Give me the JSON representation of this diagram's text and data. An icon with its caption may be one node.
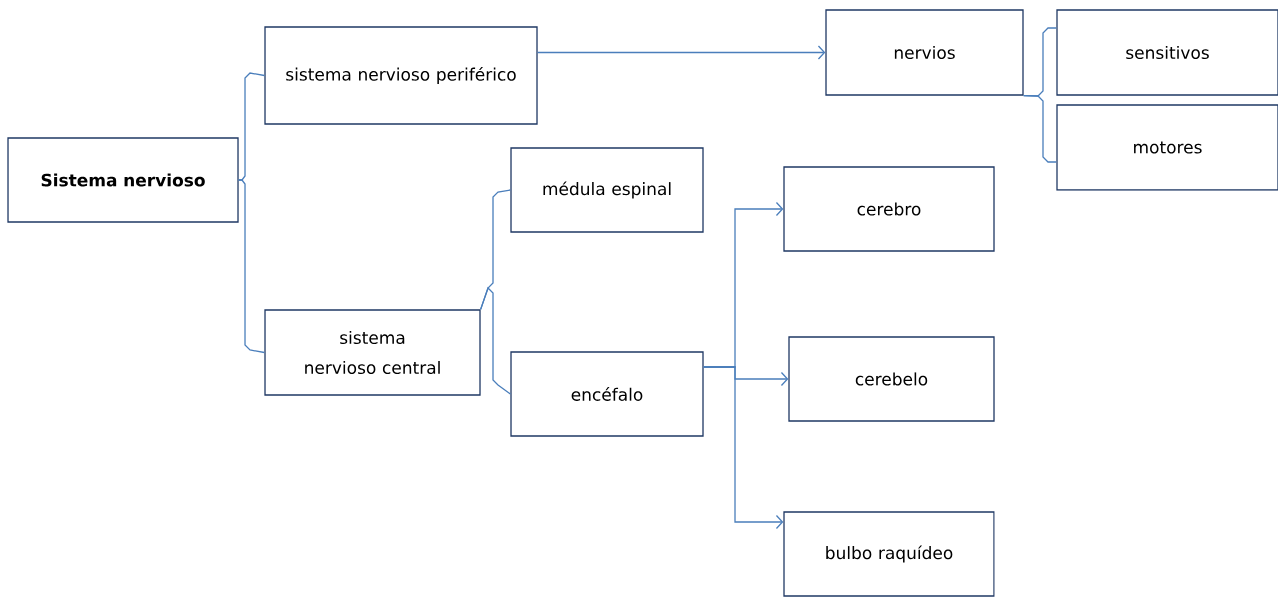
{
  "diagram": {
    "nodes": [
      {
        "text": [
          "Sistema nervioso"
        ]
      },
      {
        "text": [
          "sistema nervioso periférico"
        ]
      },
      {
        "text": [
          "sistema nervioso central"
        ]
      },
      {
        "text": [
          "médula espinal"
        ]
      },
      {
        "text": [
          "encéfalo"
        ]
      },
      {
        "text": [
          "nervios"
        ]
      },
      {
        "text": [
          "sensitivos"
        ]
      },
      {
        "text": [
          "motores"
        ]
      },
      {
        "text": [
          "cerebro"
        ]
      },
      {
        "text": [
          "cerebelo"
        ]
      },
      {
        "text": [
          "bulbo raquídeo"
        ]
      }
    ],
    "edges": [
      {
        "from": 0,
        "to": 1,
        "arrow": "none"
      },
      {
        "from": 0,
        "to": 2,
        "arrow": "none"
      },
      {
        "from": 1,
        "to": 5,
        "arrow": "to"
      },
      {
        "from": 2,
        "to": 3,
        "arrow": "none"
      },
      {
        "from": 2,
        "to": 4,
        "arrow": "none"
      },
      {
        "from": 5,
        "to": 6,
        "arrow": "none"
      },
      {
        "from": 5,
        "to": 7,
        "arrow": "none"
      },
      {
        "from": 4,
        "to": 8,
        "arrow": "to"
      },
      {
        "from": 4,
        "to": 9,
        "arrow": "to"
      },
      {
        "from": 4,
        "to": 10,
        "arrow": "to"
      }
    ]
  }
}
